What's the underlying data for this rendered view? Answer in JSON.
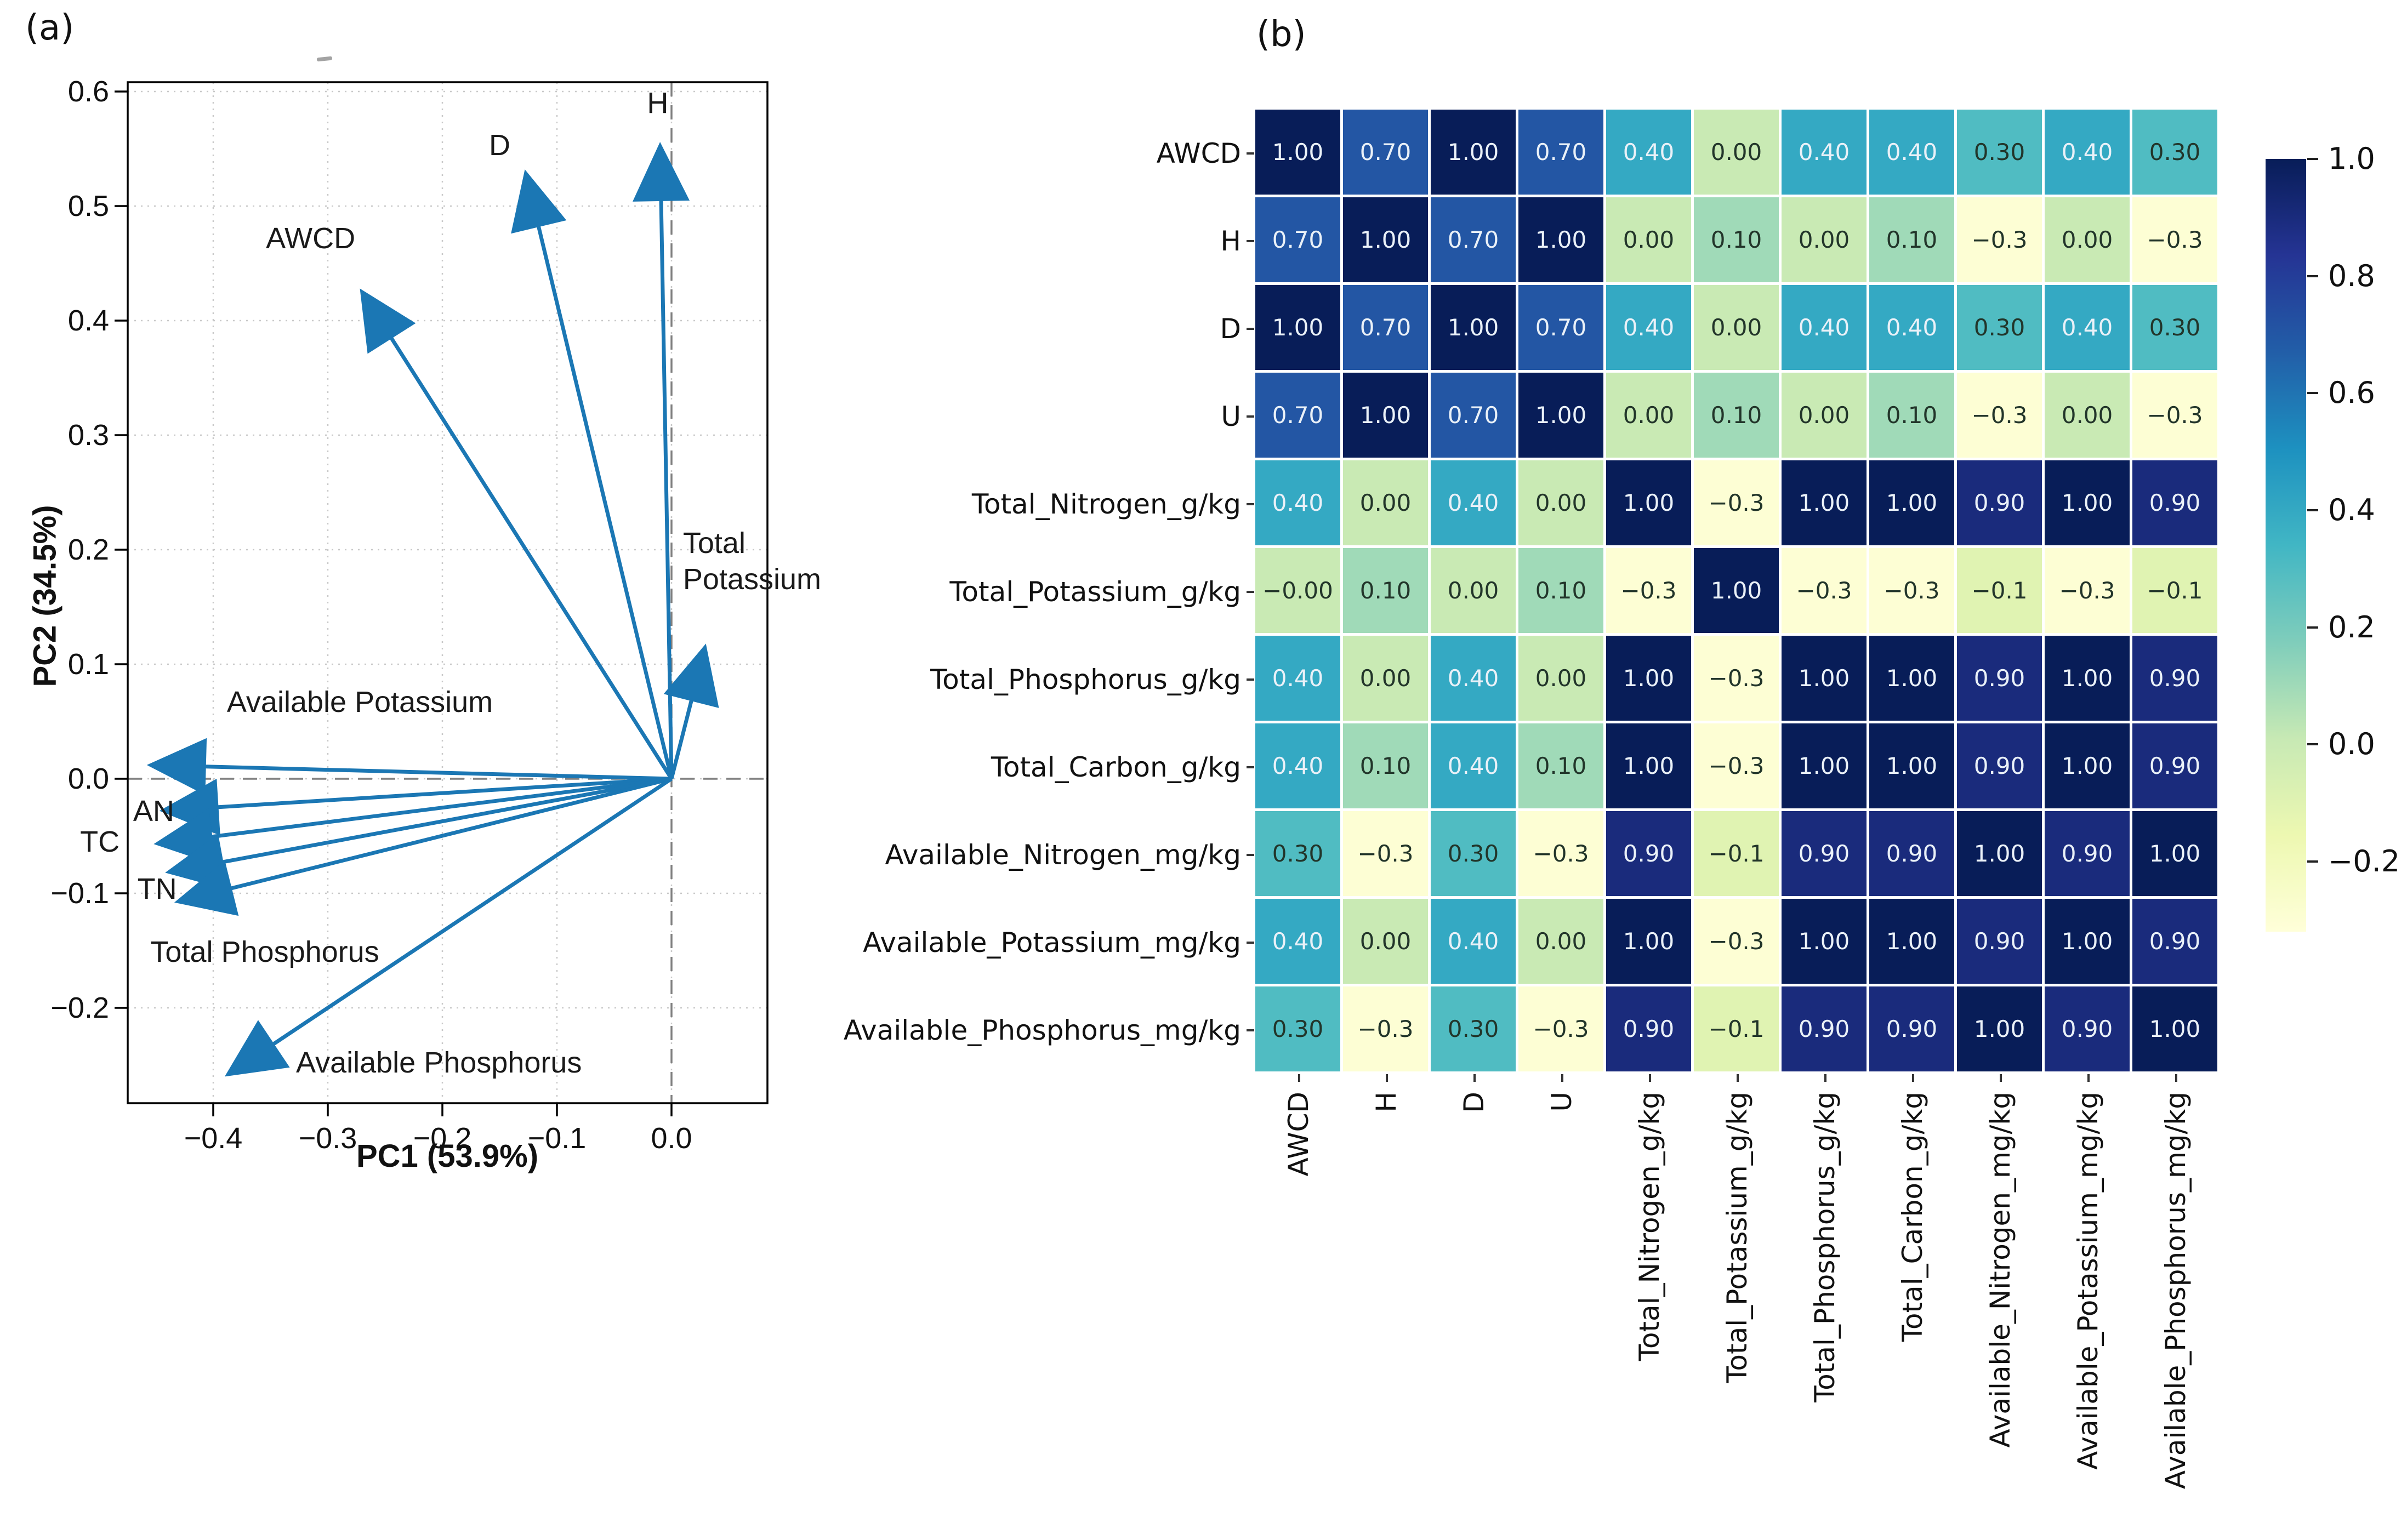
{
  "figure": {
    "panel_a_tag": "(a)",
    "panel_b_tag": "(b)",
    "arrow_color": "#1b77b4",
    "grid_color": "#c9c9c9",
    "zero_line_color": "#808080"
  },
  "chart_data": [
    {
      "panel": "a",
      "type": "scatter",
      "subtype": "pca_biplot_vectors",
      "title": "",
      "xlabel": "PC1 (53.9%)",
      "ylabel": "PC2 (34.5%)",
      "xlim": [
        -0.475,
        0.084
      ],
      "ylim": [
        -0.283,
        0.608
      ],
      "grid": true,
      "zero_lines_dashed": true,
      "xticks": [
        "−0.4",
        "−0.3",
        "−0.2",
        "−0.1",
        "0.0"
      ],
      "xtick_values": [
        -0.4,
        -0.3,
        -0.2,
        -0.1,
        0.0
      ],
      "yticks": [
        "0.6",
        "0.5",
        "0.4",
        "0.3",
        "0.2",
        "0.1",
        "0.0",
        "−0.1",
        "−0.2"
      ],
      "ytick_values": [
        0.6,
        0.5,
        0.4,
        0.3,
        0.2,
        0.1,
        0.0,
        -0.1,
        -0.2
      ],
      "arrows": [
        {
          "label": "AWCD",
          "x": -0.272,
          "y": 0.428,
          "label_x": -0.315,
          "label_y": 0.472,
          "align": "center"
        },
        {
          "label": "D",
          "x": -0.128,
          "y": 0.532,
          "label_x": -0.15,
          "label_y": 0.553,
          "align": "center"
        },
        {
          "label": "H",
          "x": -0.01,
          "y": 0.556,
          "label_x": -0.012,
          "label_y": 0.59,
          "align": "center"
        },
        {
          "label": "Total\nPotassium",
          "x": 0.03,
          "y": 0.118,
          "label_x": 0.01,
          "label_y": 0.19,
          "align": "left"
        },
        {
          "label": "Available Potassium",
          "x": -0.458,
          "y": 0.012,
          "label_x": -0.272,
          "label_y": 0.067,
          "align": "center"
        },
        {
          "label": "AN",
          "x": -0.447,
          "y": -0.028,
          "label_x": -0.452,
          "label_y": -0.028,
          "align": "center"
        },
        {
          "label": "TC",
          "x": -0.452,
          "y": -0.057,
          "label_x": -0.499,
          "label_y": -0.055,
          "align": "center"
        },
        {
          "label": "TN",
          "x": -0.442,
          "y": -0.082,
          "label_x": -0.449,
          "label_y": -0.096,
          "align": "center"
        },
        {
          "label": "Total Phosphorus",
          "x": -0.434,
          "y": -0.108,
          "label_x": -0.355,
          "label_y": -0.151,
          "align": "center"
        },
        {
          "label": "Available Phosphorus",
          "x": -0.39,
          "y": -0.26,
          "label_x": -0.203,
          "label_y": -0.248,
          "align": "center"
        }
      ]
    },
    {
      "panel": "b",
      "type": "heatmap",
      "colormap": "YlGnBu",
      "vmin": -0.32,
      "vmax": 1.0,
      "labels": [
        "AWCD",
        "H",
        "D",
        "U",
        "Total_Nitrogen_g/kg",
        "Total_Potassium_g/kg",
        "Total_Phosphorus_g/kg",
        "Total_Carbon_g/kg",
        "Available_Nitrogen_mg/kg",
        "Available_Potassium_mg/kg",
        "Available_Phosphorus_mg/kg"
      ],
      "matrix": [
        [
          "1.00",
          "0.70",
          "1.00",
          "0.70",
          "0.40",
          "0.00",
          "0.40",
          "0.40",
          "0.30",
          "0.40",
          "0.30"
        ],
        [
          "0.70",
          "1.00",
          "0.70",
          "1.00",
          "0.00",
          "0.10",
          "0.00",
          "0.10",
          "−0.3",
          "0.00",
          "−0.3"
        ],
        [
          "1.00",
          "0.70",
          "1.00",
          "0.70",
          "0.40",
          "0.00",
          "0.40",
          "0.40",
          "0.30",
          "0.40",
          "0.30"
        ],
        [
          "0.70",
          "1.00",
          "0.70",
          "1.00",
          "0.00",
          "0.10",
          "0.00",
          "0.10",
          "−0.3",
          "0.00",
          "−0.3"
        ],
        [
          "0.40",
          "0.00",
          "0.40",
          "0.00",
          "1.00",
          "−0.3",
          "1.00",
          "1.00",
          "0.90",
          "1.00",
          "0.90"
        ],
        [
          "−0.00",
          "0.10",
          "0.00",
          "0.10",
          "−0.3",
          "1.00",
          "−0.3",
          "−0.3",
          "−0.1",
          "−0.3",
          "−0.1"
        ],
        [
          "0.40",
          "0.00",
          "0.40",
          "0.00",
          "1.00",
          "−0.3",
          "1.00",
          "1.00",
          "0.90",
          "1.00",
          "0.90"
        ],
        [
          "0.40",
          "0.10",
          "0.40",
          "0.10",
          "1.00",
          "−0.3",
          "1.00",
          "1.00",
          "0.90",
          "1.00",
          "0.90"
        ],
        [
          "0.30",
          "−0.3",
          "0.30",
          "−0.3",
          "0.90",
          "−0.1",
          "0.90",
          "0.90",
          "1.00",
          "0.90",
          "1.00"
        ],
        [
          "0.40",
          "0.00",
          "0.40",
          "0.00",
          "1.00",
          "−0.3",
          "1.00",
          "1.00",
          "0.90",
          "1.00",
          "0.90"
        ],
        [
          "0.30",
          "−0.3",
          "0.30",
          "−0.3",
          "0.90",
          "−0.1",
          "0.90",
          "0.90",
          "1.00",
          "0.90",
          "1.00"
        ]
      ],
      "colorbar_ticks": [
        "1.0",
        "0.8",
        "0.6",
        "0.4",
        "0.2",
        "0.0",
        "−0.2"
      ],
      "colorbar_tick_values": [
        1.0,
        0.8,
        0.6,
        0.4,
        0.2,
        0.0,
        -0.2
      ]
    }
  ]
}
